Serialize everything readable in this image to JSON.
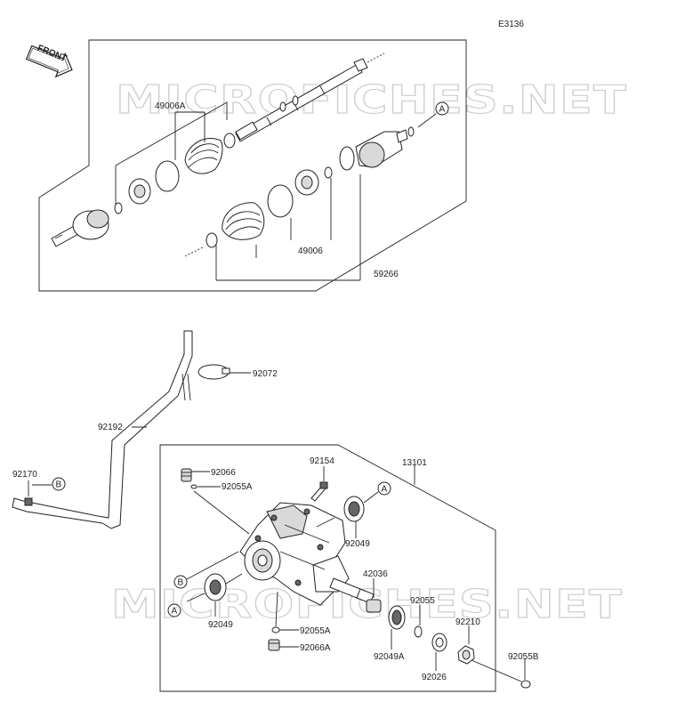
{
  "diagram_code": "E3136",
  "front_label": "FRONT",
  "watermarks": [
    "MICROFICHES.NET",
    "MICROFICHES.NET"
  ],
  "callouts": {
    "A": "A",
    "B": "B"
  },
  "parts": {
    "p49006A": "49006A",
    "p49006": "49006",
    "p59266": "59266",
    "p92072": "92072",
    "p92192": "92192",
    "p92170": "92170",
    "p13101": "13101",
    "p92066_top": "92066",
    "p92055A_top": "92055A",
    "p92154": "92154",
    "p92049_right": "92049",
    "p92049_left": "92049",
    "p42036": "42036",
    "p92055": "92055",
    "p92210": "92210",
    "p92055A_bottom": "92055A",
    "p92066A": "92066A",
    "p92049A": "92049A",
    "p92026": "92026",
    "p92055B": "92055B"
  }
}
